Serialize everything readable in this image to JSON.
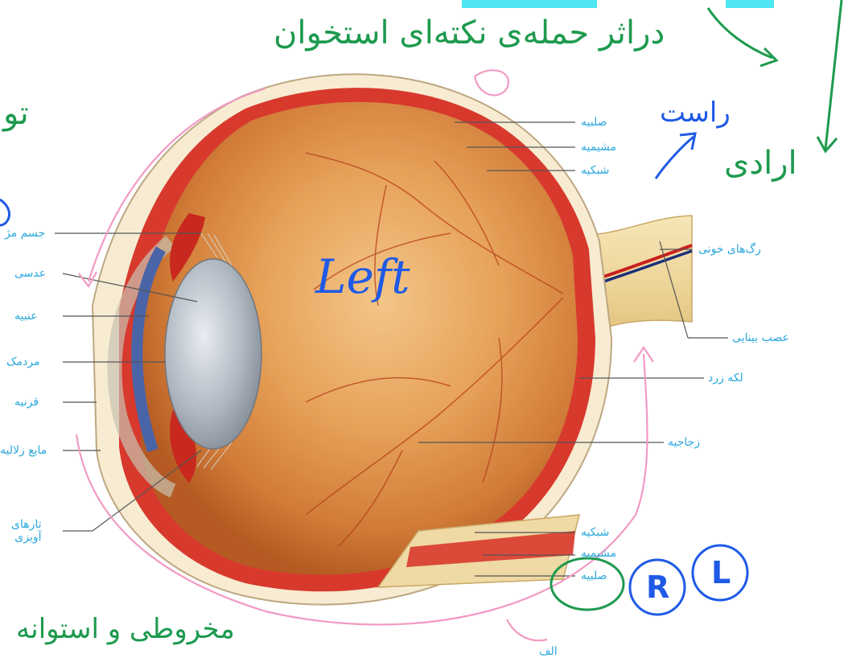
{
  "labels": {
    "sclera_top": "صلبیه",
    "choroid_top": "مشیمیه",
    "retina_top": "شبکیه",
    "ciliary_body": "جسم مژ",
    "lens": "عدسی",
    "iris": "عنبیه",
    "pupil": "مردمک",
    "cornea": "قرنیه",
    "aqueous_humor": "مایع زلالیه",
    "zonular_fibers": "تارهای\nآویزی",
    "blood_vessels": "رگ‌های خونی",
    "optic_nerve": "عصب بینایی",
    "fovea": "لکه زرد",
    "vitreous": "زجاجیه",
    "retina_bottom": "شبکیه",
    "choroid_bottom": "مشیمیه",
    "sclera_bottom": "صلبیه",
    "bottom_fragment": "الف"
  },
  "handwriting": {
    "left_word": "Left",
    "top_green": "دراثر حمله‌ی نکته‌ای استخوان",
    "right_green": "ارادی",
    "blue_small": "راست",
    "circle_r": "R",
    "circle_l": "L",
    "bottom_green": "مخروطی و استوانه",
    "left_edge_green": "تو"
  },
  "colors": {
    "label": "#2aa7dc",
    "ink_blue": "#1f5ae6",
    "ink_green": "#1d9a4e",
    "ink_pink": "#f29ac4",
    "highlight_cyan": "#4ee6f2"
  }
}
